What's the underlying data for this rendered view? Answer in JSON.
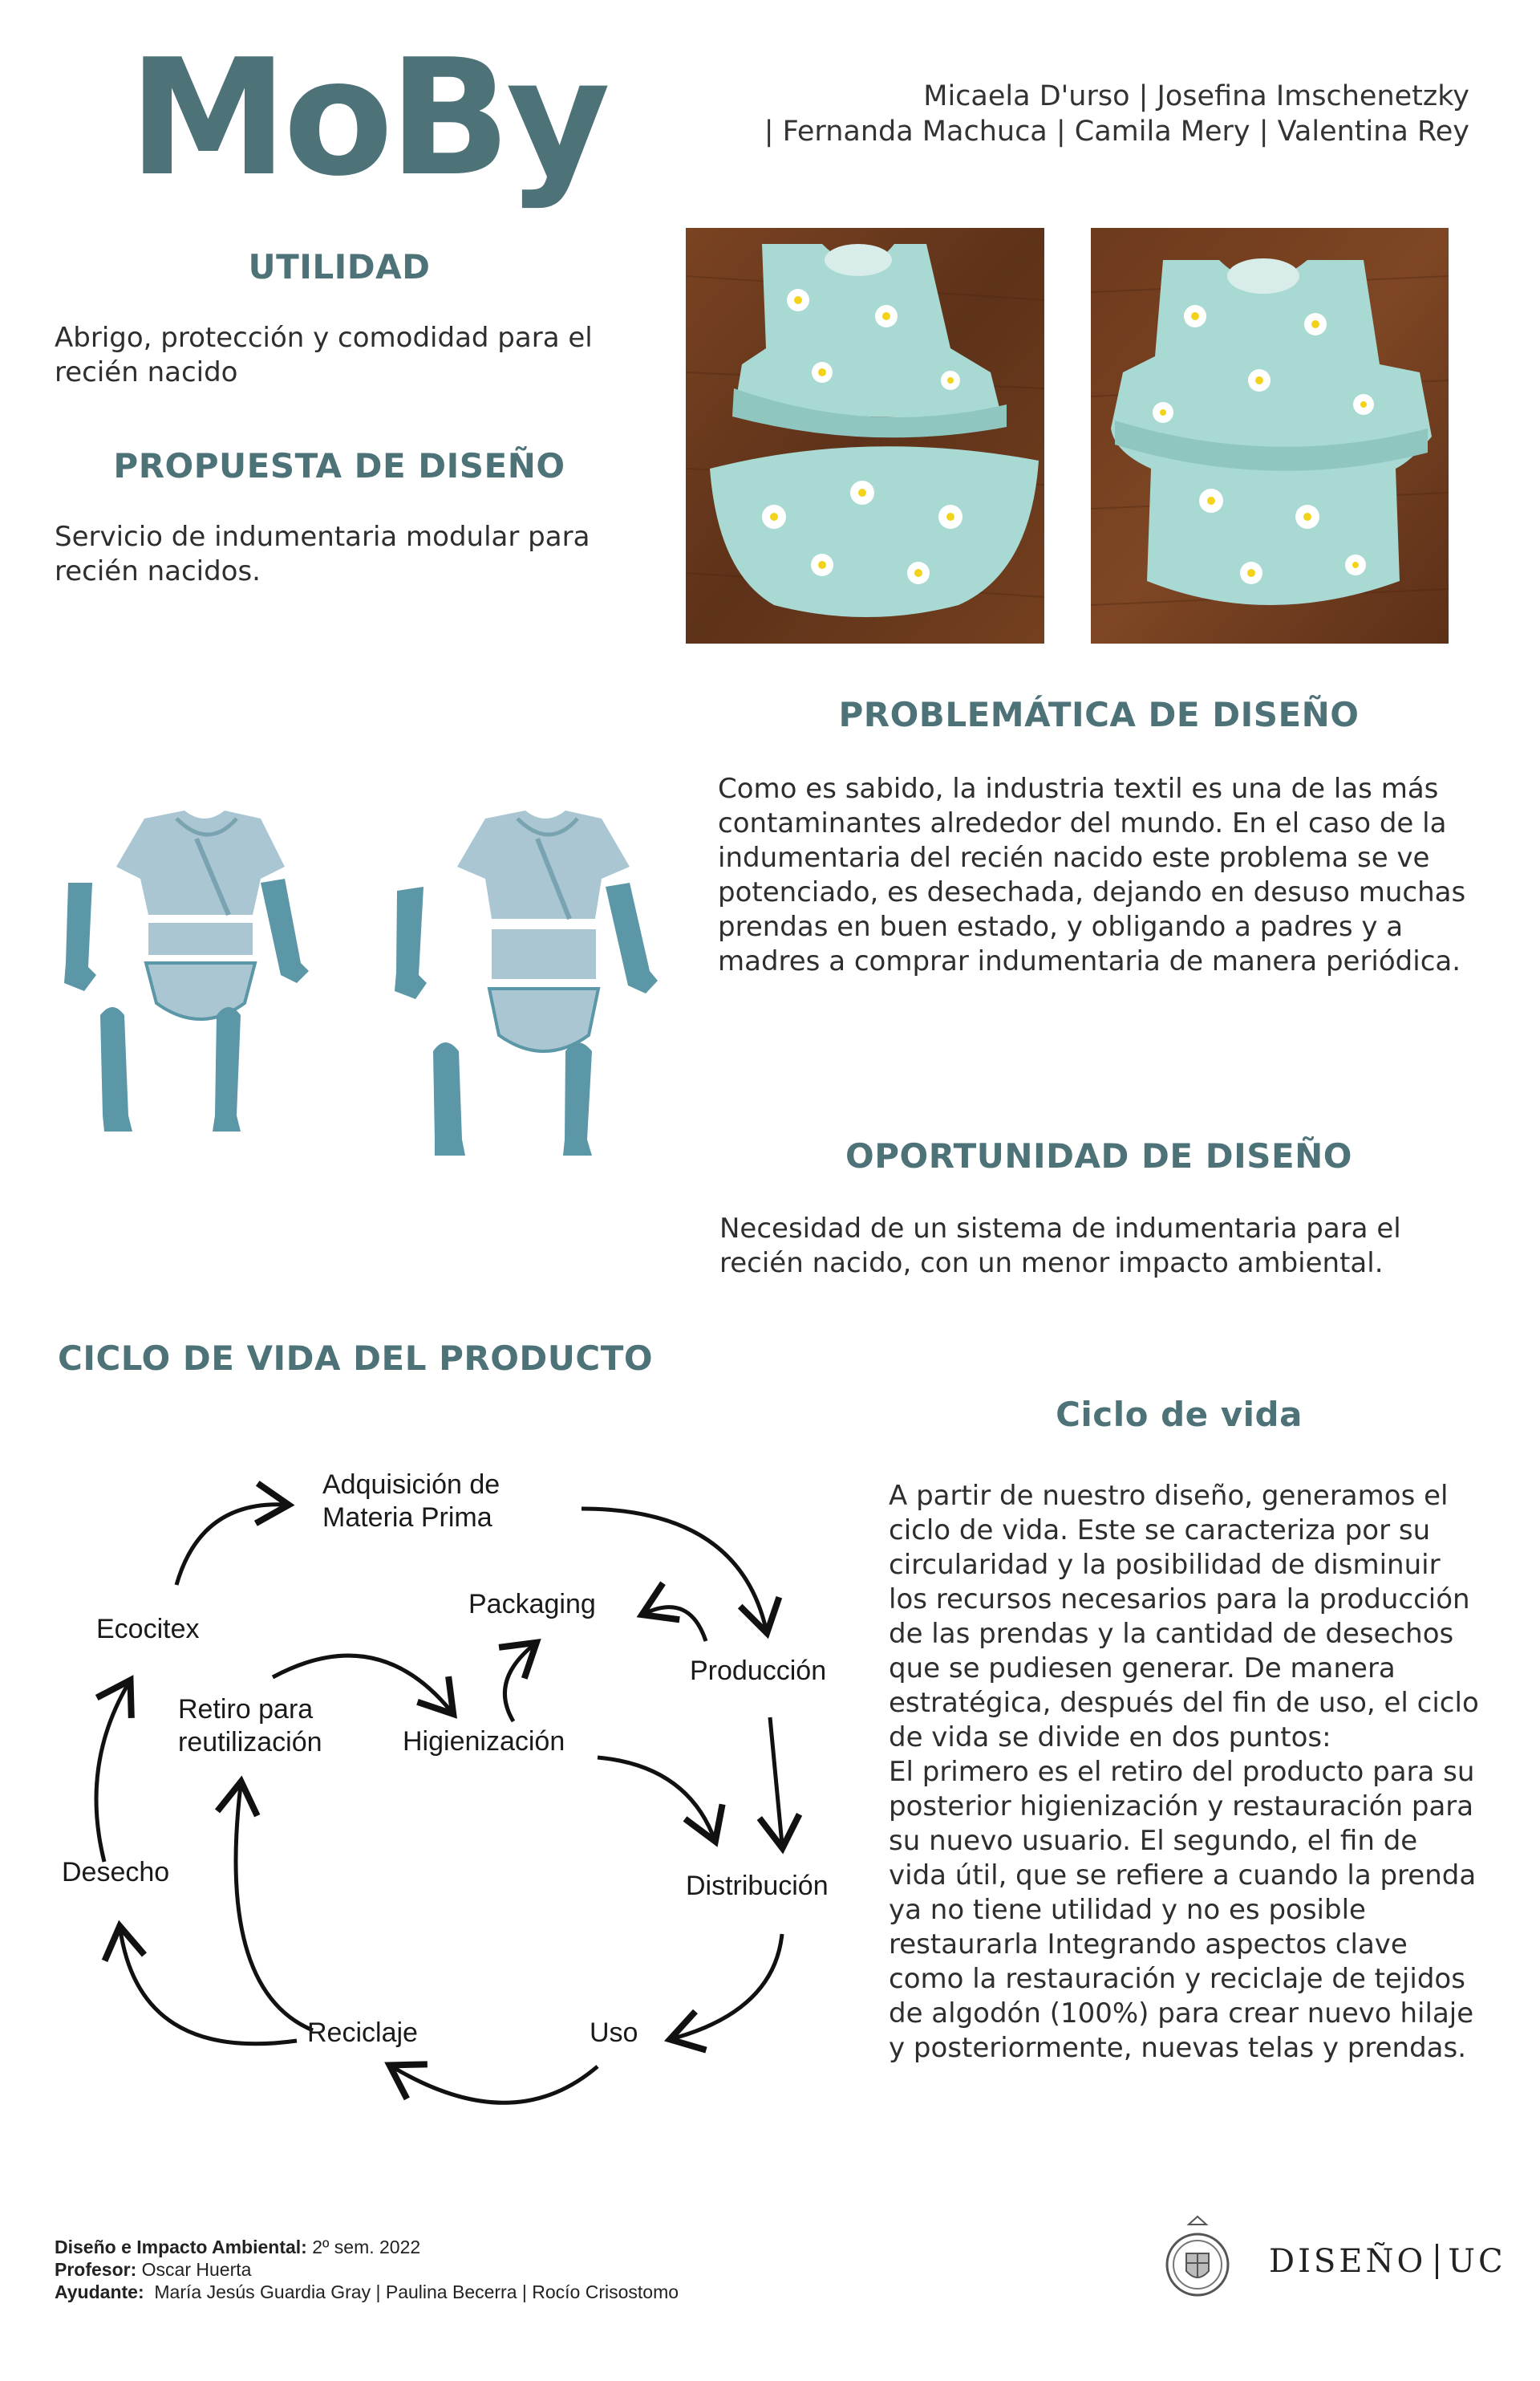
{
  "header": {
    "logo": "MoBy",
    "authors_line1": "Micaela D'urso | Josefina Imschenetzky",
    "authors_line2": "| Fernanda Machuca | Camila Mery | Valentina Rey"
  },
  "sections": {
    "utilidad": {
      "title": "UTILIDAD",
      "text": "Abrigo, protección y comodidad para el recién nacido"
    },
    "propuesta": {
      "title": "PROPUESTA DE DISEÑO",
      "text": "Servicio de indumentaria modular para recién nacidos."
    },
    "problematica": {
      "title": "PROBLEMÁTICA DE DISEÑO",
      "text": "Como es sabido, la industria textil es una de las más contaminantes alrededor del mundo. En el caso de la indumentaria del recién nacido este problema se ve potenciado, es desechada, dejando en desuso muchas prendas en buen estado, y obligando a padres y a madres a comprar indumentaria de manera periódica."
    },
    "oportunidad": {
      "title": "OPORTUNIDAD DE DISEÑO",
      "text": "Necesidad de un sistema de indumentaria para el recién nacido, con un menor impacto ambiental."
    },
    "ciclo_producto": {
      "title": "CICLO DE VIDA DEL PRODUCTO"
    },
    "ciclo_vida": {
      "title": "Ciclo de vida",
      "text": "A partir de nuestro diseño, generamos el ciclo de vida. Este se caracteriza por su circularidad y la posibilidad de disminuir los recursos necesarios para la producción de las prendas y la cantidad de desechos que se pudiesen generar. De manera estratégica, después del fin de uso, el ciclo de vida se divide en dos puntos:\nEl primero es el retiro del producto para su posterior higienización y restauración para su nuevo usuario. El segundo, el fin de vida útil, que se refiere a cuando la prenda ya no tiene utilidad y no es posible restaurarla Integrando aspectos clave como la restauración y reciclaje de tejidos de algodón (100%) para crear nuevo hilaje y posteriormente, nuevas telas y prendas."
    }
  },
  "diagram": {
    "adquisicion_1": "Adquisición de",
    "adquisicion_2": "Materia Prima",
    "packaging": "Packaging",
    "produccion": "Producción",
    "ecocitex": "Ecocitex",
    "retiro_1": "Retiro para",
    "retiro_2": "reutilización",
    "higienizacion": "Higienización",
    "distribucion": "Distribución",
    "desecho": "Desecho",
    "reciclaje": "Reciclaje",
    "uso": "Uso"
  },
  "footer": {
    "course_label": "Diseño e Impacto Ambiental:",
    "course_value": " 2º sem. 2022",
    "prof_label": "Profesor:",
    "prof_value": " Oscar Huerta",
    "ayud_label": "Ayudante:",
    "ayud_value": "  María Jesús Guardia Gray | Paulina Becerra | Rocío Crisostomo",
    "brand_left": "DISEÑO",
    "brand_right": "UC"
  },
  "colors": {
    "teal": "#4d7278",
    "garment_light": "#a9c6d2",
    "garment_dark": "#5b97a6",
    "wood": "#6b3a1e",
    "fabric": "#a8d9d3"
  }
}
